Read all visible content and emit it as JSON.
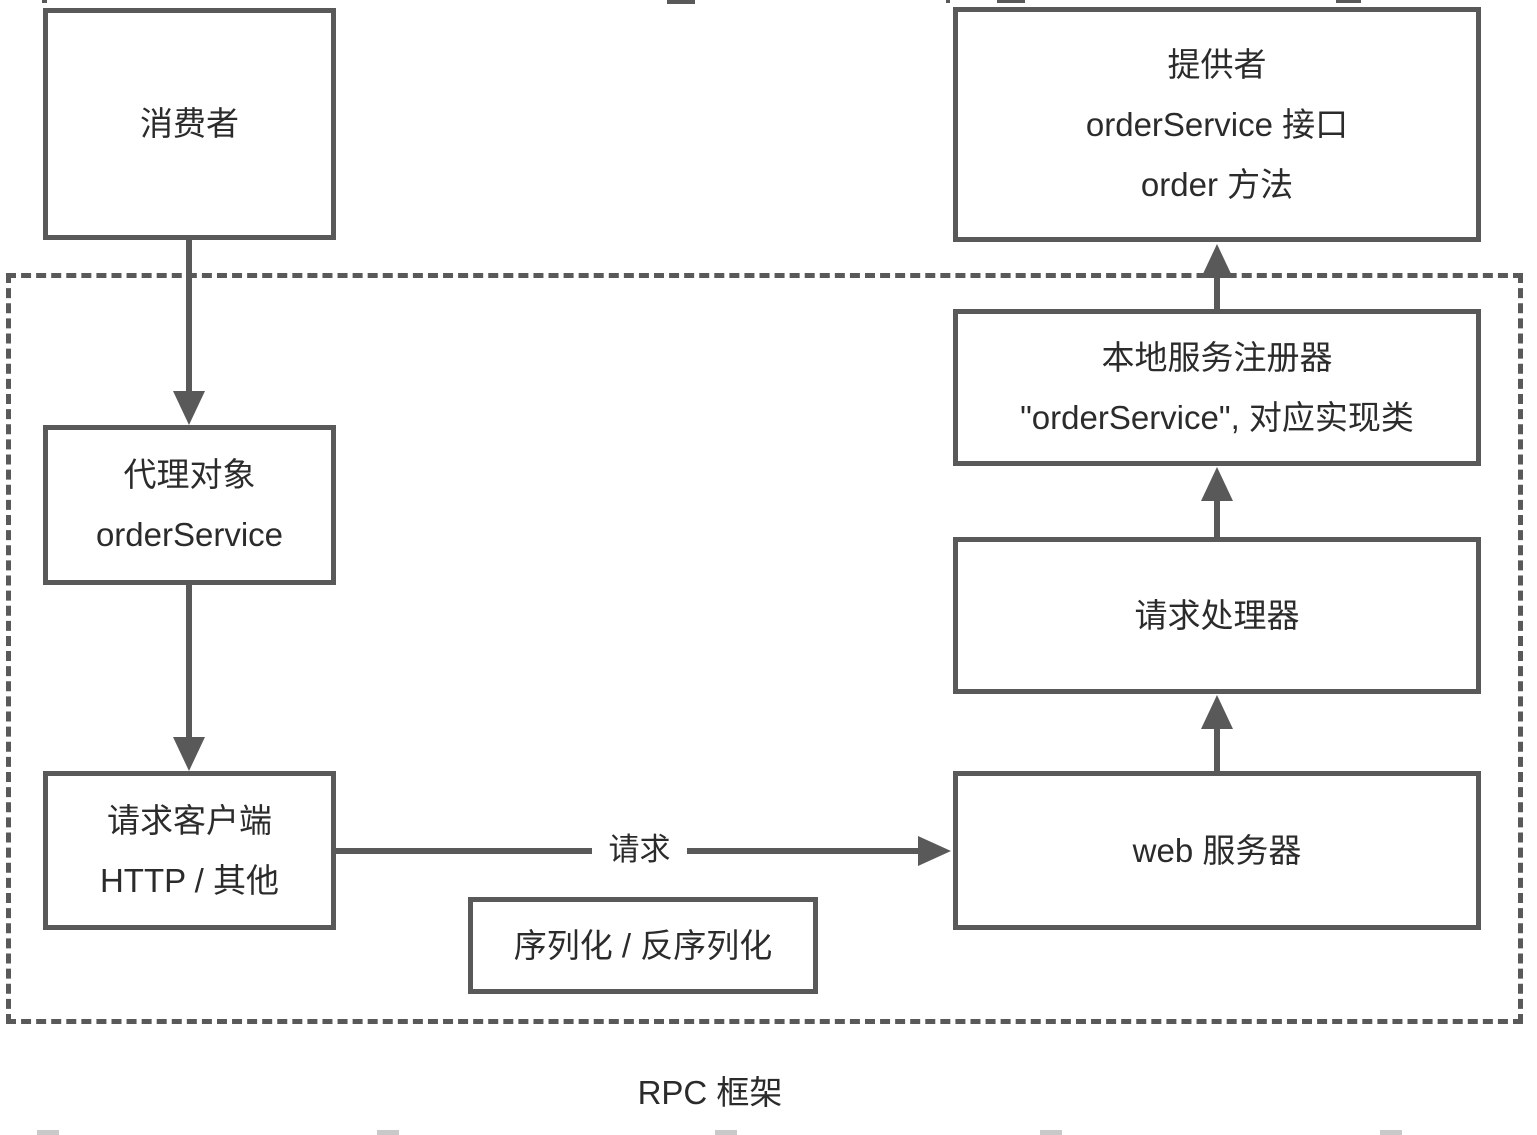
{
  "diagram": {
    "type": "flow-diagram",
    "caption": "RPC 框架",
    "colors": {
      "stroke": "#595959",
      "text": "#2b2b2b",
      "background": "#ffffff"
    },
    "nodes": {
      "consumer": {
        "lines": [
          "消费者"
        ]
      },
      "provider": {
        "lines": [
          "提供者",
          "orderService 接口",
          "order 方法"
        ]
      },
      "proxy_object": {
        "lines": [
          "代理对象",
          "orderService"
        ]
      },
      "request_client": {
        "lines": [
          "请求客户端",
          "HTTP / 其他"
        ]
      },
      "local_registry": {
        "lines": [
          "本地服务注册器",
          "\"orderService\", 对应实现类"
        ]
      },
      "request_handler": {
        "lines": [
          "请求处理器"
        ]
      },
      "web_server": {
        "lines": [
          "web 服务器"
        ]
      },
      "serialization": {
        "lines": [
          "序列化 / 反序列化"
        ]
      }
    },
    "edges": [
      {
        "from": "consumer",
        "to": "proxy_object",
        "label": ""
      },
      {
        "from": "proxy_object",
        "to": "request_client",
        "label": ""
      },
      {
        "from": "request_client",
        "to": "web_server",
        "label": "请求"
      },
      {
        "from": "web_server",
        "to": "request_handler",
        "label": ""
      },
      {
        "from": "request_handler",
        "to": "local_registry",
        "label": ""
      },
      {
        "from": "local_registry",
        "to": "provider",
        "label": ""
      }
    ]
  }
}
